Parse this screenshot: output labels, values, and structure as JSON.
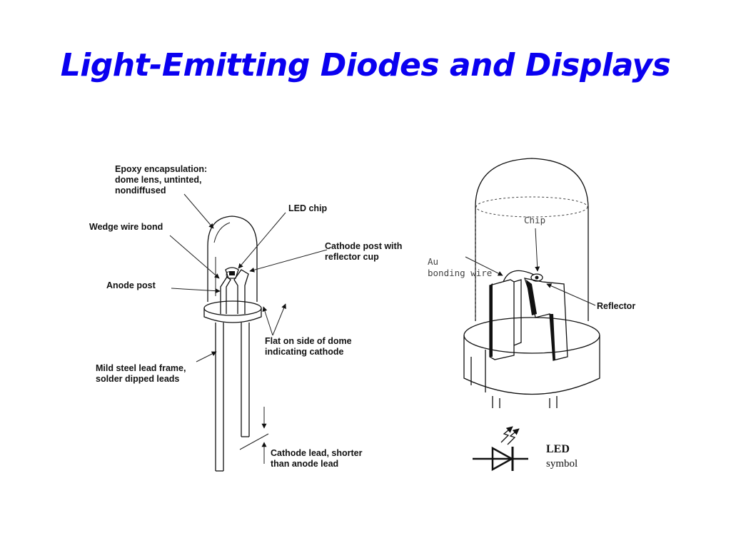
{
  "title": "Light-Emitting Diodes and Displays",
  "colors": {
    "title": "#0a00f0",
    "ink": "#111111"
  },
  "left_diagram": {
    "epoxy_label": [
      "Epoxy encapsulation:",
      "dome lens, untinted,",
      "nondiffused"
    ],
    "led_chip_label": "LED chip",
    "wedge_label": "Wedge wire bond",
    "cathode_post_label": [
      "Cathode post with",
      "reflector cup"
    ],
    "anode_post_label": "Anode post",
    "flat_label": [
      "Flat on side of dome",
      "indicating cathode"
    ],
    "lead_frame_label": [
      "Mild steel lead frame,",
      "solder dipped leads"
    ],
    "cathode_lead_label": [
      "Cathode lead, shorter",
      "than anode lead"
    ]
  },
  "right_diagram": {
    "chip_label": "Chip",
    "au_label": [
      "Au",
      "bonding wire"
    ],
    "reflector_label": "Reflector"
  },
  "symbol": {
    "line1": "LED",
    "line2": "symbol"
  }
}
